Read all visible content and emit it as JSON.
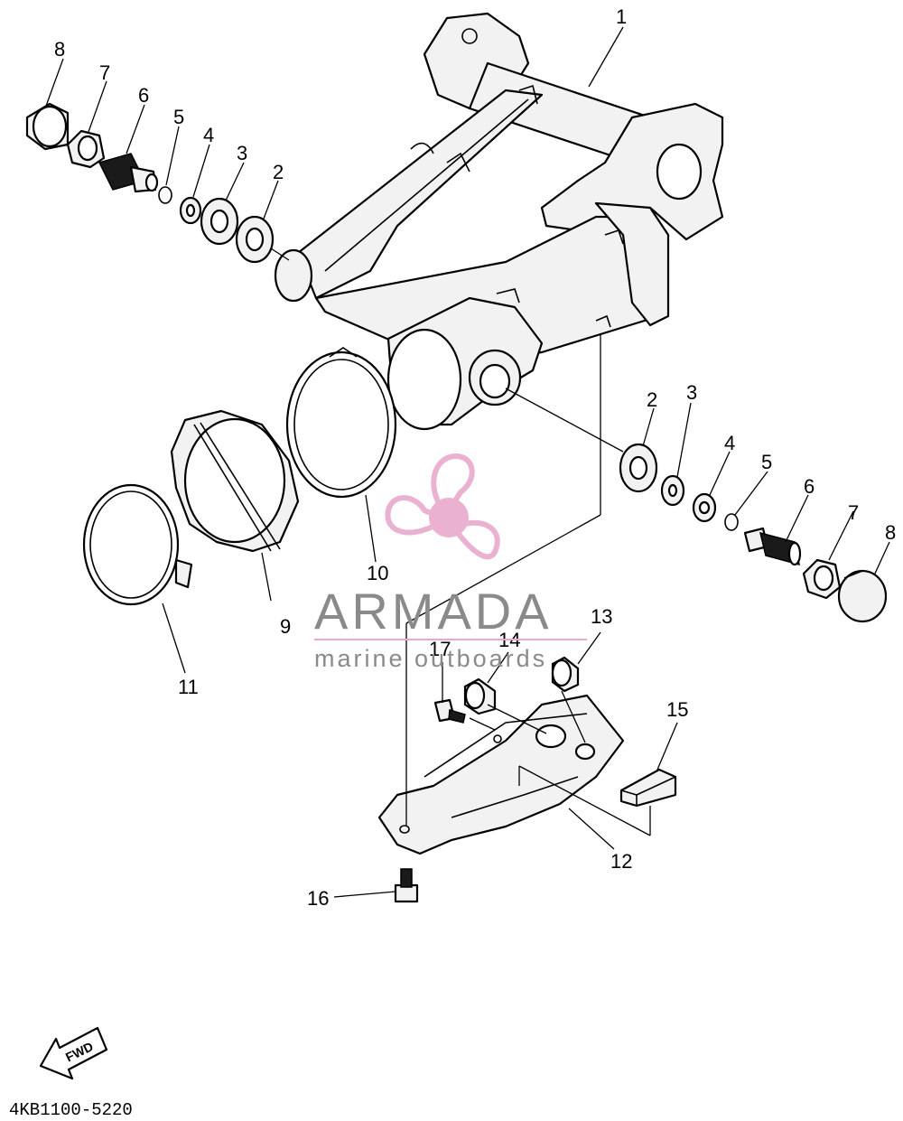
{
  "callouts": {
    "c1": "1",
    "c2a": "2",
    "c3a": "3",
    "c4a": "4",
    "c5a": "5",
    "c6a": "6",
    "c7a": "7",
    "c8a": "8",
    "c2b": "2",
    "c3b": "3",
    "c4b": "4",
    "c5b": "5",
    "c6b": "6",
    "c7b": "7",
    "c8b": "8",
    "c9": "9",
    "c10": "10",
    "c11": "11",
    "c12": "12",
    "c13": "13",
    "c14": "14",
    "c15": "15",
    "c16": "16",
    "c17": "17"
  },
  "watermark": {
    "brand": "ARMADA",
    "tagline": "marine outboards",
    "logo_icon": "propeller-icon",
    "color": "#e9a9cd"
  },
  "fwd_marker": {
    "label": "FWD",
    "icon": "arrow-left-icon"
  },
  "diagram_code": "4KB1100-5220"
}
